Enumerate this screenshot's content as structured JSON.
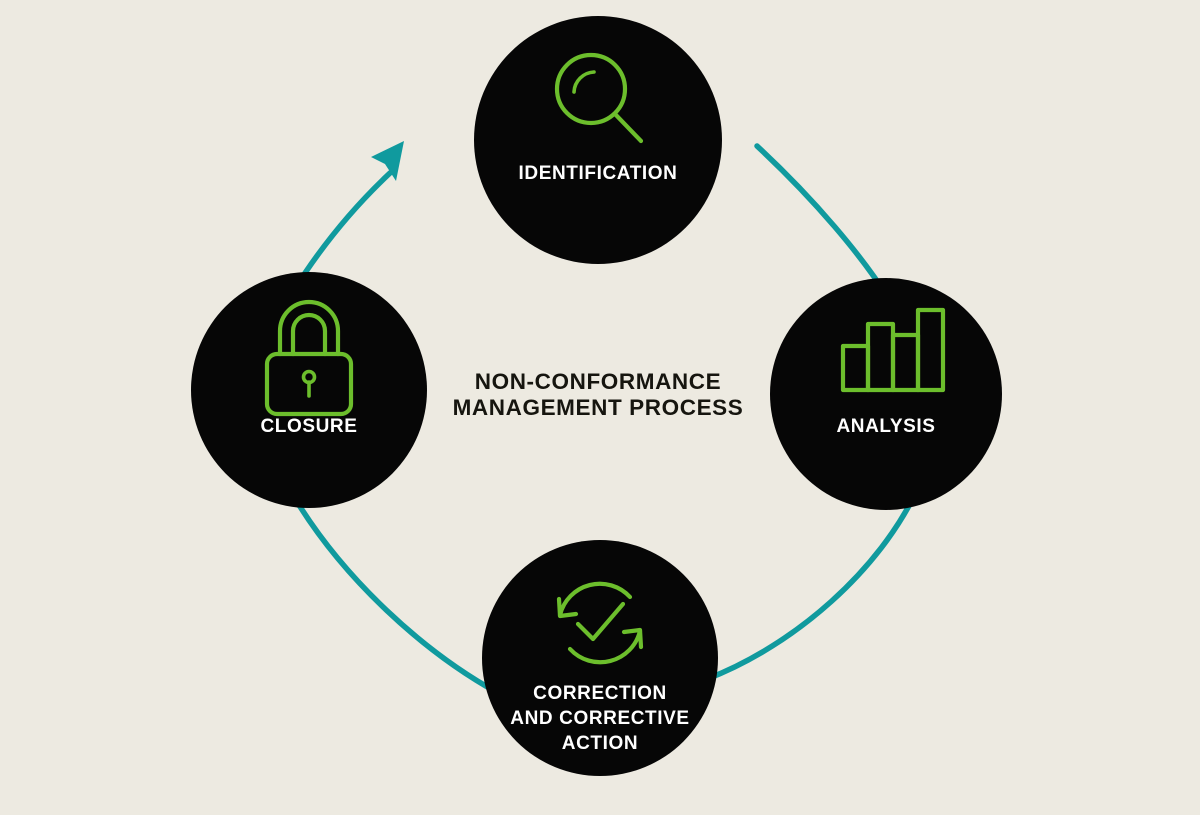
{
  "diagram": {
    "title": "NON-CONFORMANCE",
    "title_line2": "MANAGEMENT PROCESS",
    "background_color": "#edeae1",
    "node_color": "#060606",
    "accent_green": "#6cbe2c",
    "accent_teal": "#109a9e",
    "label_color": "#ffffff",
    "title_color": "#16150f",
    "type": "cycle",
    "steps": [
      {
        "id": "identification",
        "label": "IDENTIFICATION",
        "icon": "magnifier-icon",
        "position": "top",
        "order": 1
      },
      {
        "id": "analysis",
        "label": "ANALYSIS",
        "icon": "bar-chart-icon",
        "position": "right",
        "order": 2
      },
      {
        "id": "correction",
        "label_line1": "CORRECTION",
        "label_line2": "AND CORRECTIVE",
        "label_line3": "ACTION",
        "label": "CORRECTION AND CORRECTIVE ACTION",
        "icon": "refresh-check-icon",
        "position": "bottom",
        "order": 3
      },
      {
        "id": "closure",
        "label": "CLOSURE",
        "icon": "padlock-icon",
        "position": "left",
        "order": 4
      }
    ],
    "connectors": [
      {
        "id": "arc-identification-to-analysis",
        "from": "identification",
        "to": "analysis",
        "has_arrowhead": false
      },
      {
        "id": "arc-analysis-to-correction",
        "from": "analysis",
        "to": "correction",
        "has_arrowhead": false
      },
      {
        "id": "arc-correction-to-closure",
        "from": "correction",
        "to": "closure",
        "has_arrowhead": false
      },
      {
        "id": "arc-closure-to-identification",
        "from": "closure",
        "to": "identification",
        "has_arrowhead": true
      }
    ]
  }
}
